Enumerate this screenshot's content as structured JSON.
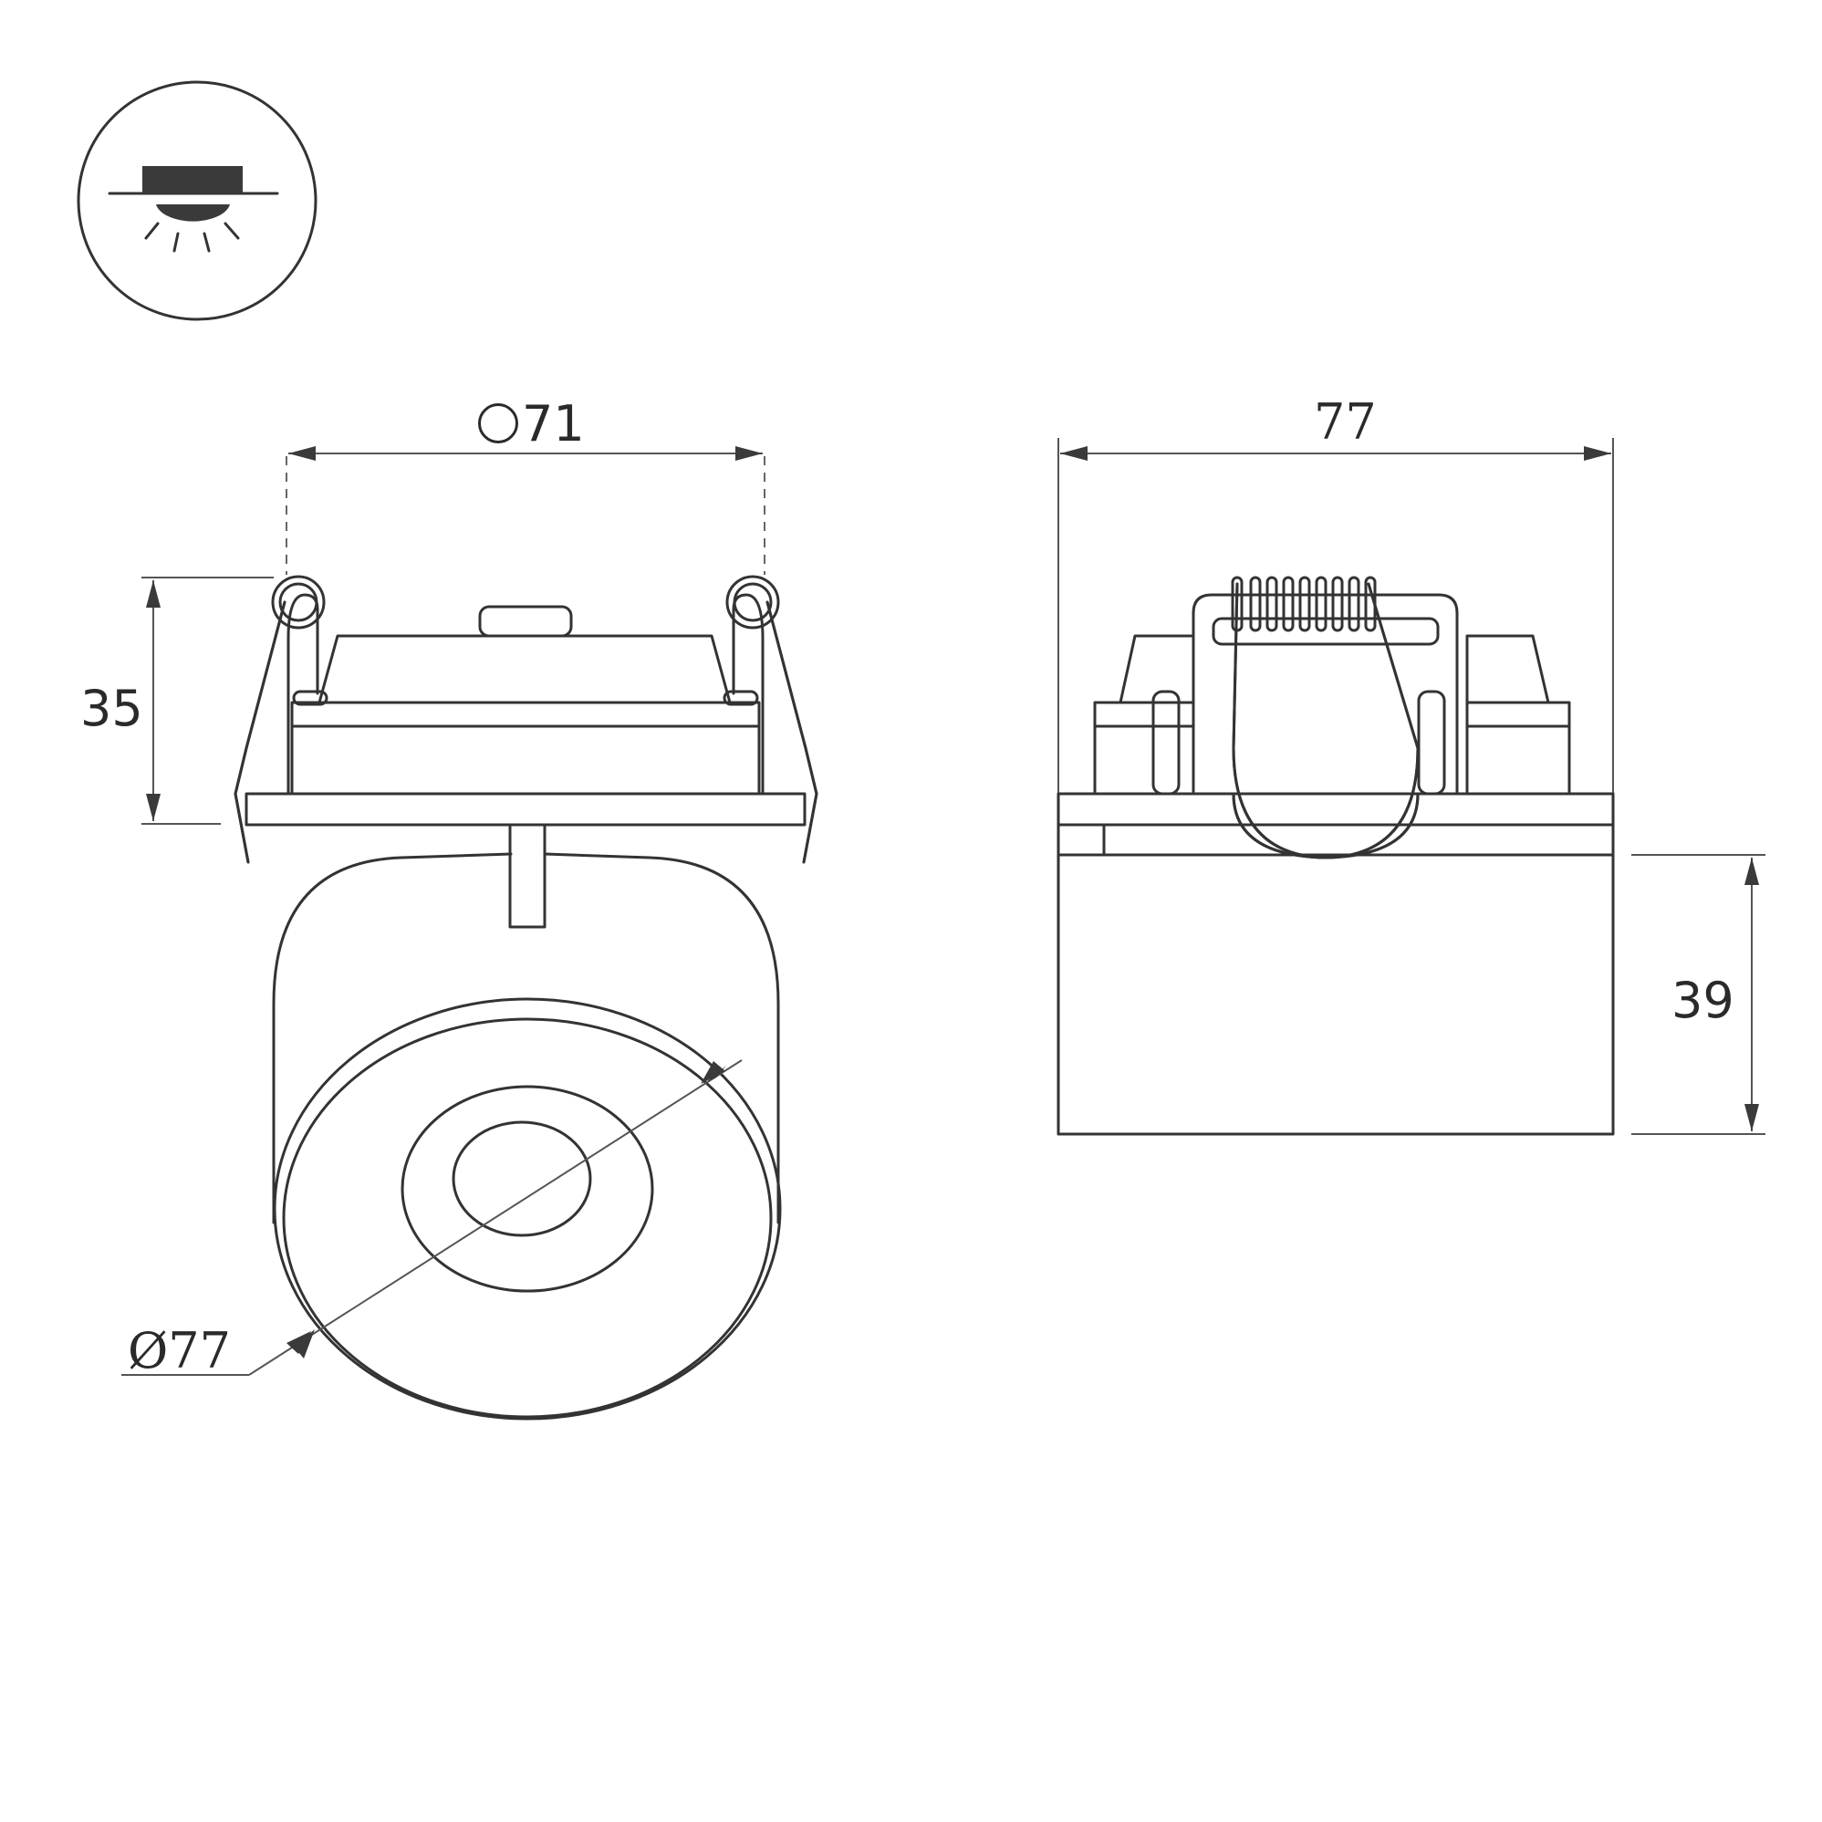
{
  "drawing": {
    "type": "technical dimension drawing",
    "subject": "recessed spot light with spring clips",
    "mount_icon": "recessed-ceiling-light-icon",
    "views": [
      {
        "name": "front view",
        "labels": {
          "cutout_diameter": "71",
          "height": "35",
          "outer_diameter": "Ø77"
        }
      },
      {
        "name": "side view",
        "labels": {
          "width": "77",
          "head_height": "39"
        }
      }
    ]
  },
  "dimensions": {
    "cutout": {
      "symbol": "cutout-hole-icon",
      "value": "71"
    },
    "mount_height": {
      "value": "35"
    },
    "diameter": {
      "value": "Ø77"
    },
    "width": {
      "value": "77"
    },
    "head_height": {
      "value": "39"
    }
  },
  "colors": {
    "line": "#333333",
    "dimension_line": "#555555",
    "background": "#ffffff"
  }
}
